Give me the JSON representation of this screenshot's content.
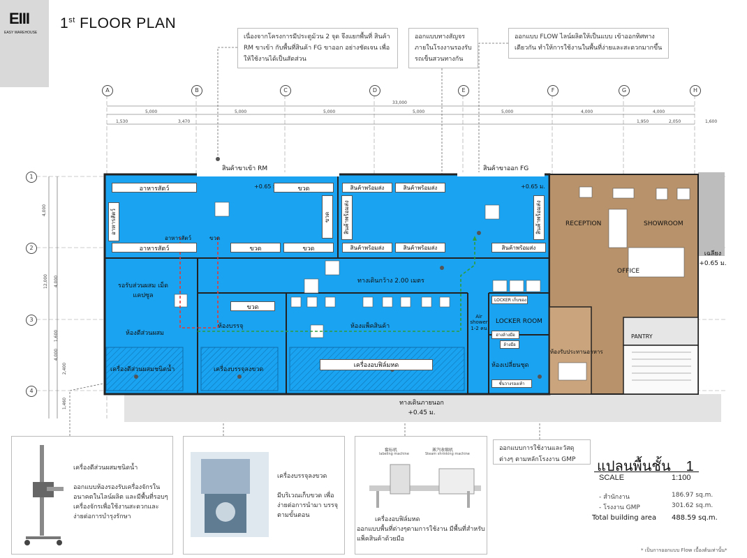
{
  "logo": {
    "mark": "EIII",
    "name": "EASY WAREHOUSE"
  },
  "title": {
    "main": "1",
    "sup": "st",
    "rest": " FLOOR PLAN"
  },
  "notes": {
    "n1": "เนื่องจากโครงการมีประตูม้วน 2 จุด จึงแยกพื้นที่ สินค้า RM ขาเข้า กับพื้นที่สินค้า FG ขาออก อย่างชัดเจน เพื่อให้ใช้งานได้เป็นสัดส่วน",
    "n2": "ออกแบบทางสัญจร ภายในโรงงานรองรับ รถเข็นสวนทางกัน",
    "n3": "ออกแบบ FLOW ไลน์ผลิตให้เป็นแบบ เข้าออกทิศทาง เดียวกัน ทำให้การใช้งานในพื้นที่ง่ายและสะดวกมากขึ้น",
    "n4": "ออกแบบการใช้งานและวัสดุ ต่างๆ ตามหลักโรงงาน GMP"
  },
  "grid": {
    "columns": [
      "A",
      "B",
      "C",
      "D",
      "E",
      "F",
      "G",
      "H"
    ],
    "rows": [
      "1",
      "2",
      "3",
      "4"
    ],
    "total_width": "33,000",
    "spans_top": [
      "5,000",
      "5,000",
      "5,000",
      "5,000",
      "5,000",
      "4,000",
      "4,000"
    ],
    "spans_sub": [
      "1,530",
      "3,470",
      "1,950",
      "2,050",
      "1,600"
    ],
    "spans_left": [
      "4,000",
      "12,000",
      "4,000",
      "1,600",
      "4,000",
      "2,400",
      "1,460"
    ]
  },
  "rooms": {
    "rm_in": "สินค้าขาเข้า RM",
    "fg_out": "สินค้าขาออก FG",
    "level_left": "+0.65 ม.",
    "level_right": "+0.65 ม.",
    "feed1": "อาหารสัตว์",
    "feed2": "อาหารสัตว์",
    "feed3": "อาหารสัตว์",
    "feed_flow": "อาหารสัตว์",
    "bottle_flow": "ขวด",
    "bottle1": "ขวด",
    "bottle2": "ขวด",
    "bottle3": "ขวด",
    "bottle4": "ขวด",
    "bottle5": "ขวด",
    "ready1": "สินค้าพร้อมส่ง",
    "ready2": "สินค้าพร้อมส่ง",
    "ready3": "สินค้าพร้อมส่ง",
    "ready4": "สินค้าพร้อมส่ง",
    "ready5": "สินค้าพร้อมส่ง",
    "ready6": "สินค้าพร้อมส่ง",
    "ready7": "สินค้าพร้อมส่ง",
    "walkway": "ทางเดินกว้าง 2.00 เมตร",
    "mix_wait": "รอรับส่วนผสม เม็ด แคปซูล",
    "mix_room": "ห้องตีส่วนผสม",
    "fill_room": "ห้องบรรจุ",
    "pack_room": "ห้องแพ็คสินค้า",
    "air_shower": "Air shower 1-2 คน",
    "locker_small": "LOCKER เก็บของ",
    "locker_room": "LOCKER ROOM",
    "wash": "อ่างล้างมือ",
    "shoe": "ล้างมือ",
    "change_room": "ห้องเปลี่ยนชุด",
    "shoe_rack": "ชั้นวางรองเท้า",
    "mixer_machine": "เครื่องตีส่วนผสมชนิดน้ำ",
    "filler_machine": "เครื่องบรรจุลงขวด",
    "shrink_machine": "เครื่องอบฟิล์มหด",
    "reception": "RECEPTION",
    "showroom": "SHOWROOM",
    "office": "OFFICE",
    "pantry": "PANTRY",
    "canteen": "ห้องรับประทานอาหาร",
    "balcony": "เฉลียง +0.65 ม.",
    "outside_walk": "ทางเดินภายนอก +0.45 ม."
  },
  "cards": {
    "c1": {
      "title": "เครื่องตีส่วนผสมชนิดน้ำ",
      "body": "ออกแบบห้องรองรับเครื่องจักรใน อนาคตในไลน์ผลิต และมีพื้นที่รอบๆ เครื่องจักรเพื่อใช้งานสะดวกและ ง่ายต่อการบำรุงรักษา"
    },
    "c2": {
      "title": "เครื่องบรรจุลงขวด",
      "body": "มีบริเวณเก็บขวด เพื่อง่ายต่อการนำมา บรรจุตามขั้นตอน"
    },
    "c3": {
      "title": "เครื่องอบฟิล์มหด",
      "body": "ออกแบบพื้นที่ต่างๆตามการใช้งาน มีพื้นที่สำหรับแพ็คสินค้าด้วยมือ",
      "label1": "套标机",
      "label2": "蒸汽收缩机",
      "sub1": "labeling machine",
      "sub2": "Steam shrinking machine"
    }
  },
  "summary": {
    "heading": "แปลนพื้นชั้น",
    "floor": "1",
    "scale_label": "SCALE",
    "scale_value": "1:100",
    "rows": [
      {
        "label": "- สำนักงาน",
        "value": "186.97 sq.m."
      },
      {
        "label": "- โรงงาน GMP",
        "value": "301.62 sq.m."
      },
      {
        "label": "Total building area",
        "value": "488.59 sq.m."
      }
    ],
    "footnote": "* เป็นการออกแบบ Flow เบื้องต้นเท่านั้น*"
  },
  "colors": {
    "factory_blue": "#1aa3f0",
    "wood": "#b8926a",
    "flow_red": "#e53935",
    "flow_green": "#2e9d3a"
  }
}
